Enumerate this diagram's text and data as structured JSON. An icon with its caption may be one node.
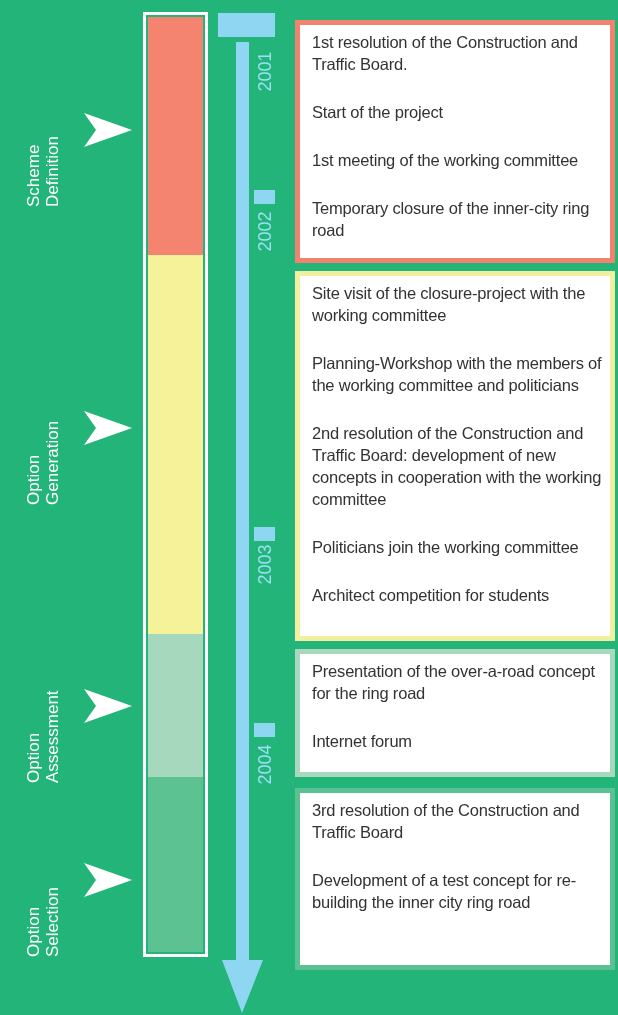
{
  "diagram": {
    "nodes": [
      {
        "text": [
          "Scheme Definition"
        ]
      },
      {
        "text": [],
        "shape": "bar"
      },
      {
        "text": [
          "1st resolution of the Construction and Traffic Board.",
          "Start of the project",
          "1st meeting of the working committee",
          "Temporary closure of the inner-city ring road"
        ]
      },
      {
        "text": [
          "Option Generation"
        ]
      },
      {
        "text": [],
        "shape": "bar"
      },
      {
        "text": [
          "Site visit of the closure-project with the working committee",
          "Planning-Workshop with the members of the working committee and politicians",
          "2nd resolution of the Construction and Traffic Board: development of new concepts in cooperation with the working committee",
          "Politicians join the working committee",
          "Architect competition for students"
        ]
      },
      {
        "text": [
          "Option Assessment"
        ]
      },
      {
        "text": [],
        "shape": "bar"
      },
      {
        "text": [
          "Presentation of the over-a-road concept for the ring road",
          "Internet forum"
        ]
      },
      {
        "text": [
          "Option Selection"
        ]
      },
      {
        "text": [],
        "shape": "bar"
      },
      {
        "text": [
          "3rd resolution of the Construction and Traffic Board",
          "Development of a test concept for re-building the inner city ring road"
        ]
      }
    ],
    "edges": [
      {
        "from": 0,
        "to": 1,
        "arrow": "to"
      },
      {
        "from": 3,
        "to": 4,
        "arrow": "to"
      },
      {
        "from": 6,
        "to": 7,
        "arrow": "to"
      },
      {
        "from": 9,
        "to": 10,
        "arrow": "to"
      }
    ],
    "labels": [
      "2001",
      "2002",
      "2003",
      "2004"
    ]
  }
}
